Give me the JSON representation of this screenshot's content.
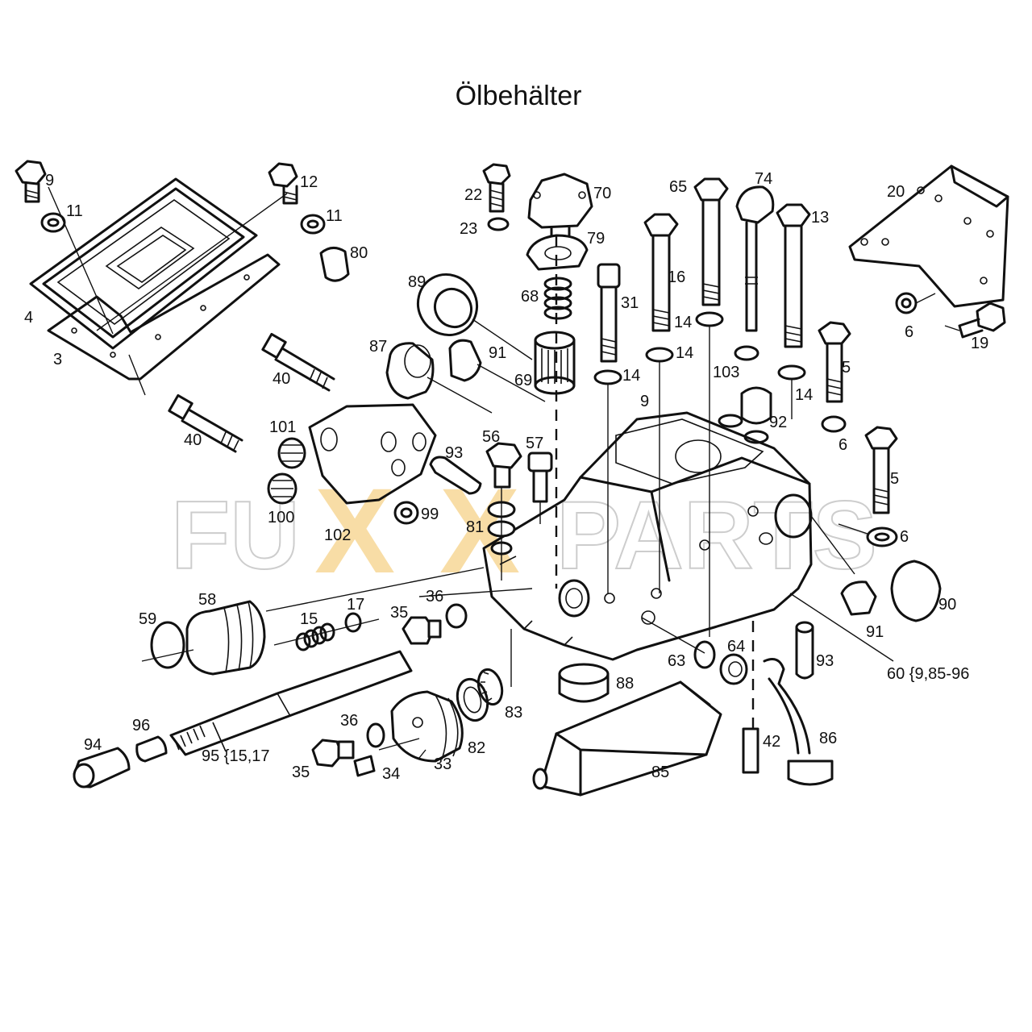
{
  "title": "Ölbehälter",
  "watermark": {
    "left": "FU",
    "x1": "X",
    "x2": "X",
    "right": "PARTS"
  },
  "callouts": [
    {
      "key": "9a",
      "text": "9"
    },
    {
      "key": "11a",
      "text": "11"
    },
    {
      "key": "12",
      "text": "12"
    },
    {
      "key": "11b",
      "text": "11"
    },
    {
      "key": "80",
      "text": "80"
    },
    {
      "key": "4",
      "text": "4"
    },
    {
      "key": "3",
      "text": "3"
    },
    {
      "key": "40a",
      "text": "40"
    },
    {
      "key": "40b",
      "text": "40"
    },
    {
      "key": "101",
      "text": "101"
    },
    {
      "key": "100",
      "text": "100"
    },
    {
      "key": "102",
      "text": "102"
    },
    {
      "key": "99",
      "text": "99"
    },
    {
      "key": "87",
      "text": "87"
    },
    {
      "key": "89",
      "text": "89"
    },
    {
      "key": "91a",
      "text": "91"
    },
    {
      "key": "22",
      "text": "22"
    },
    {
      "key": "23",
      "text": "23"
    },
    {
      "key": "70",
      "text": "70"
    },
    {
      "key": "79",
      "text": "79"
    },
    {
      "key": "68",
      "text": "68"
    },
    {
      "key": "69",
      "text": "69"
    },
    {
      "key": "31",
      "text": "31"
    },
    {
      "key": "14a",
      "text": "14"
    },
    {
      "key": "16",
      "text": "16"
    },
    {
      "key": "14b",
      "text": "14"
    },
    {
      "key": "65",
      "text": "65"
    },
    {
      "key": "14c",
      "text": "14"
    },
    {
      "key": "74",
      "text": "74"
    },
    {
      "key": "103",
      "text": "103"
    },
    {
      "key": "13",
      "text": "13"
    },
    {
      "key": "14d",
      "text": "14"
    },
    {
      "key": "92",
      "text": "92"
    },
    {
      "key": "9b",
      "text": "9"
    },
    {
      "key": "20",
      "text": "20"
    },
    {
      "key": "6a",
      "text": "6"
    },
    {
      "key": "19",
      "text": "19"
    },
    {
      "key": "5a",
      "text": "5"
    },
    {
      "key": "6b",
      "text": "6"
    },
    {
      "key": "5b",
      "text": "5"
    },
    {
      "key": "6c",
      "text": "6"
    },
    {
      "key": "90",
      "text": "90"
    },
    {
      "key": "91b",
      "text": "91"
    },
    {
      "key": "60",
      "text": "60 {9,85-96"
    },
    {
      "key": "93a",
      "text": "93"
    },
    {
      "key": "56",
      "text": "56"
    },
    {
      "key": "57",
      "text": "57"
    },
    {
      "key": "81",
      "text": "81"
    },
    {
      "key": "59",
      "text": "59"
    },
    {
      "key": "58",
      "text": "58"
    },
    {
      "key": "15",
      "text": "15"
    },
    {
      "key": "17",
      "text": "17"
    },
    {
      "key": "35a",
      "text": "35"
    },
    {
      "key": "36a",
      "text": "36"
    },
    {
      "key": "88",
      "text": "88"
    },
    {
      "key": "63",
      "text": "63"
    },
    {
      "key": "64",
      "text": "64"
    },
    {
      "key": "93b",
      "text": "93"
    },
    {
      "key": "83",
      "text": "83"
    },
    {
      "key": "82",
      "text": "82"
    },
    {
      "key": "33",
      "text": "33"
    },
    {
      "key": "36b",
      "text": "36"
    },
    {
      "key": "35b",
      "text": "35"
    },
    {
      "key": "34",
      "text": "34"
    },
    {
      "key": "96",
      "text": "96"
    },
    {
      "key": "94",
      "text": "94"
    },
    {
      "key": "95",
      "text": "95 {15,17"
    },
    {
      "key": "85",
      "text": "85"
    },
    {
      "key": "42",
      "text": "42"
    },
    {
      "key": "86",
      "text": "86"
    }
  ]
}
